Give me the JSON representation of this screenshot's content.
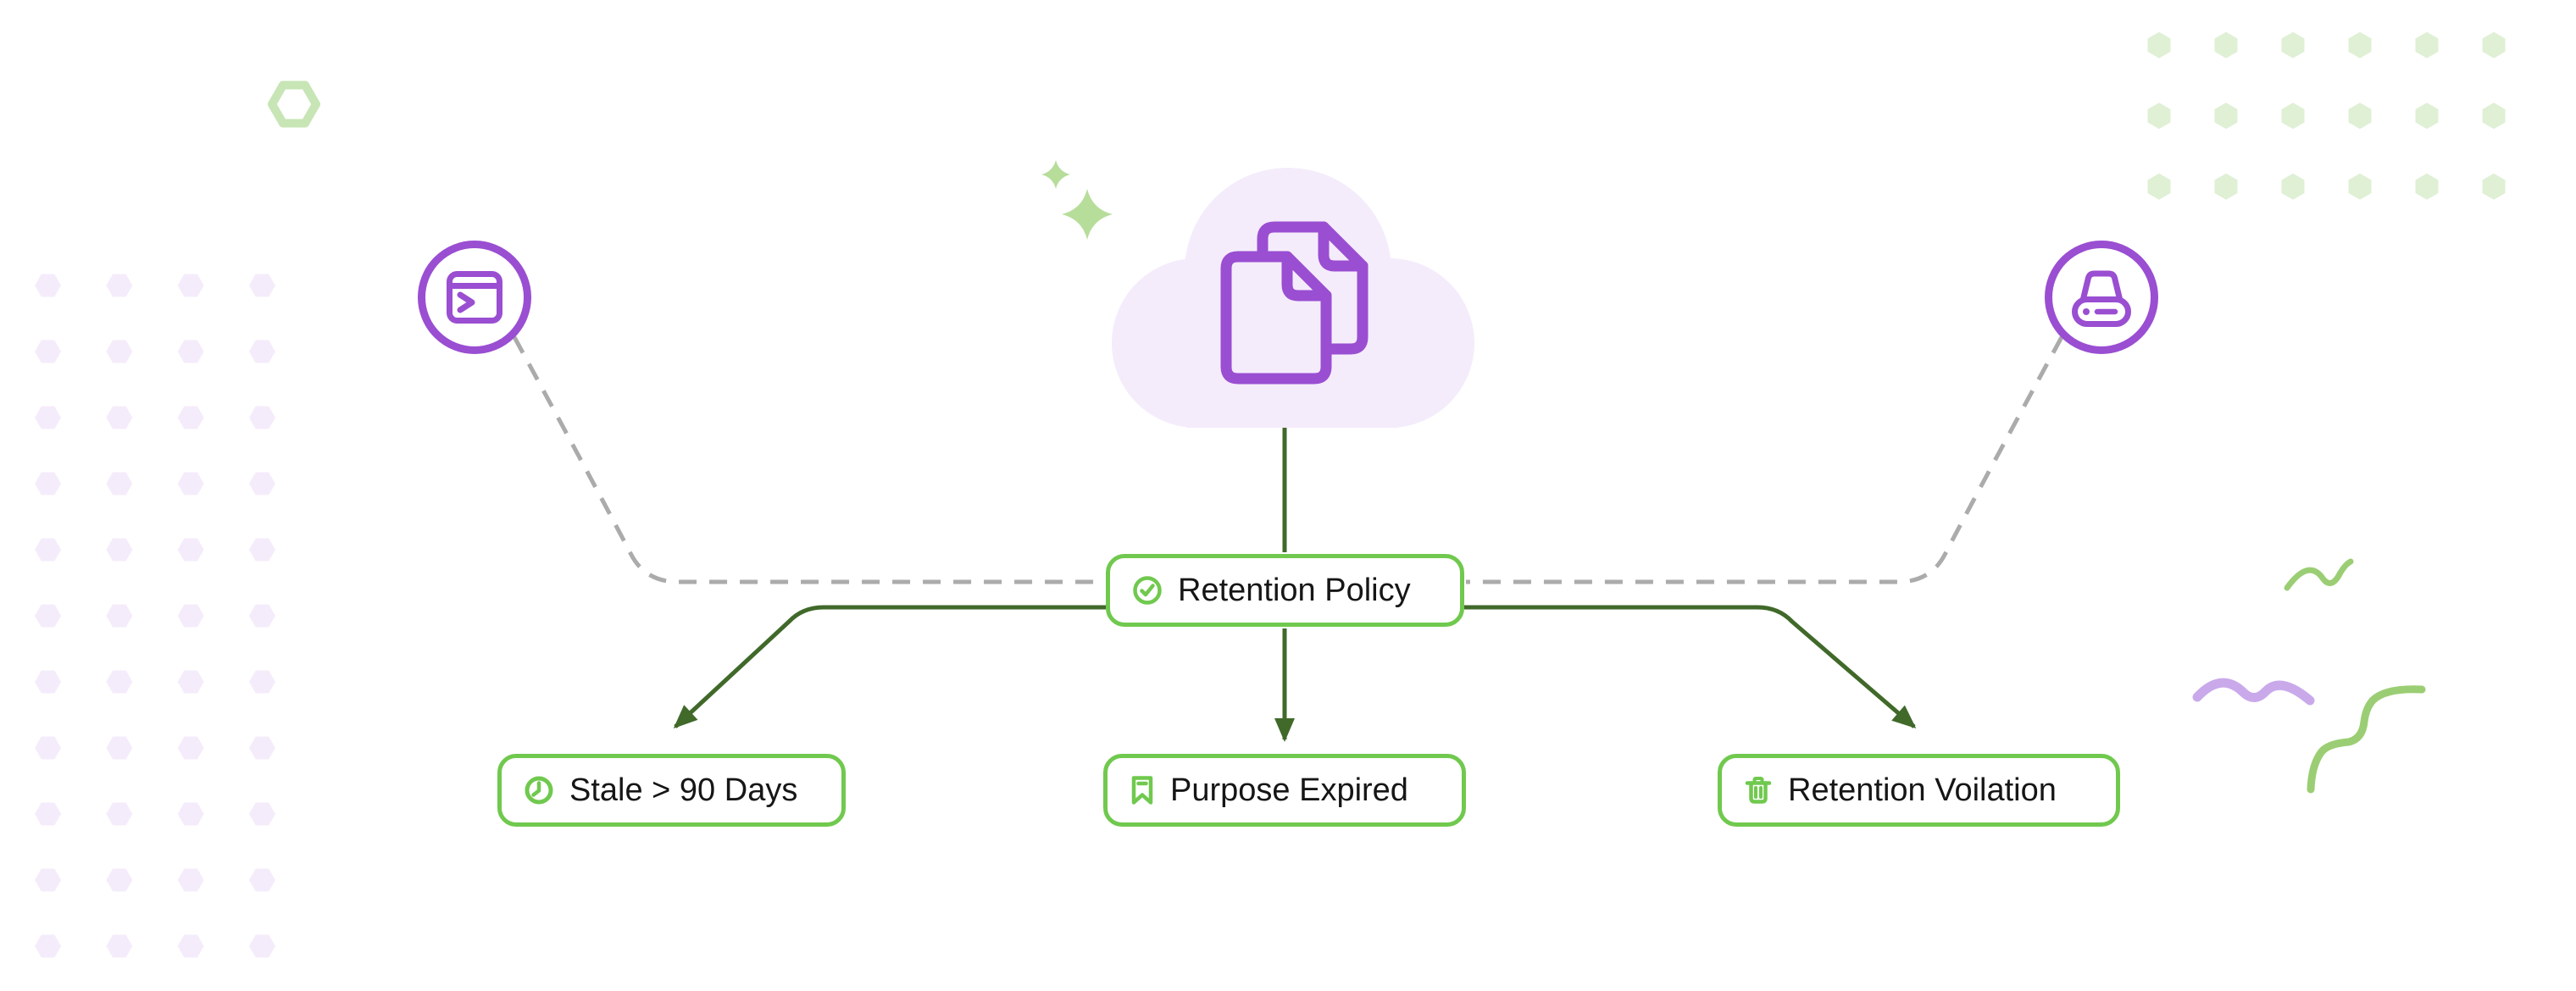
{
  "nodes": {
    "source_left": {
      "icon": "terminal-window"
    },
    "cloud": {
      "icon": "documents"
    },
    "source_right": {
      "icon": "hard-drive"
    },
    "retention_policy": {
      "label": "Retention Policy",
      "icon": "checkmark-circle"
    },
    "stale": {
      "label": "Stale > 90 Days",
      "icon": "clock"
    },
    "purpose_expired": {
      "label": "Purpose Expired",
      "icon": "bookmark"
    },
    "retention_violation": {
      "label": "Retention Voilation",
      "icon": "trash-can"
    }
  },
  "colors": {
    "accent_purple": "#9A4ED1",
    "node_border_green": "#70C94E",
    "connector_dark_green": "#40692A",
    "dashed_connector_gray": "#ABABAB",
    "cloud_fill": "#F4ECFB",
    "lavender_hex": "#F5ECFB",
    "green_hex": "#DFF0D5",
    "text": "#161616"
  }
}
